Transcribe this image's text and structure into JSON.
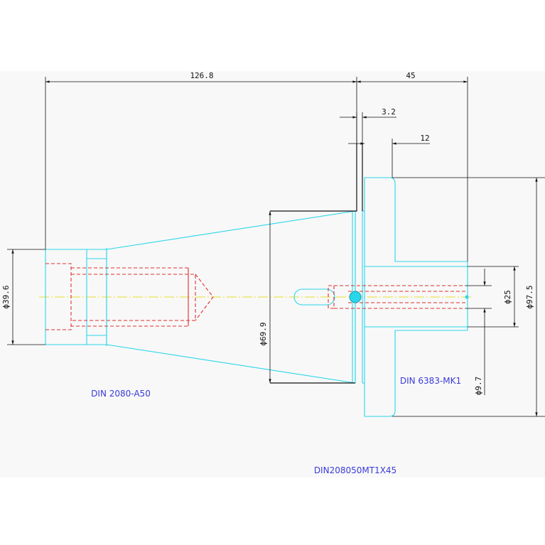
{
  "dimensions": {
    "overall_left": "126.8",
    "overall_right": "45",
    "flange_thickness": "3.2",
    "flange_offset": "12",
    "dia_left": "ϕ39.6",
    "dia_taper": "ϕ69.9",
    "dia_flange": "ϕ97.5",
    "dia_bore": "ϕ25",
    "dia_small": "ϕ9.7"
  },
  "labels": {
    "left_part": "DIN 2080-A50",
    "right_part": "DIN 6383-MK1",
    "drawing_name": "DIN208050MT1X45"
  },
  "colors": {
    "part_outline": "#2ad6ea",
    "hidden_lines": "#e03030",
    "center_line": "#e8e030",
    "dimension_lines": "#111111",
    "label_text": "#3a3ad8"
  }
}
